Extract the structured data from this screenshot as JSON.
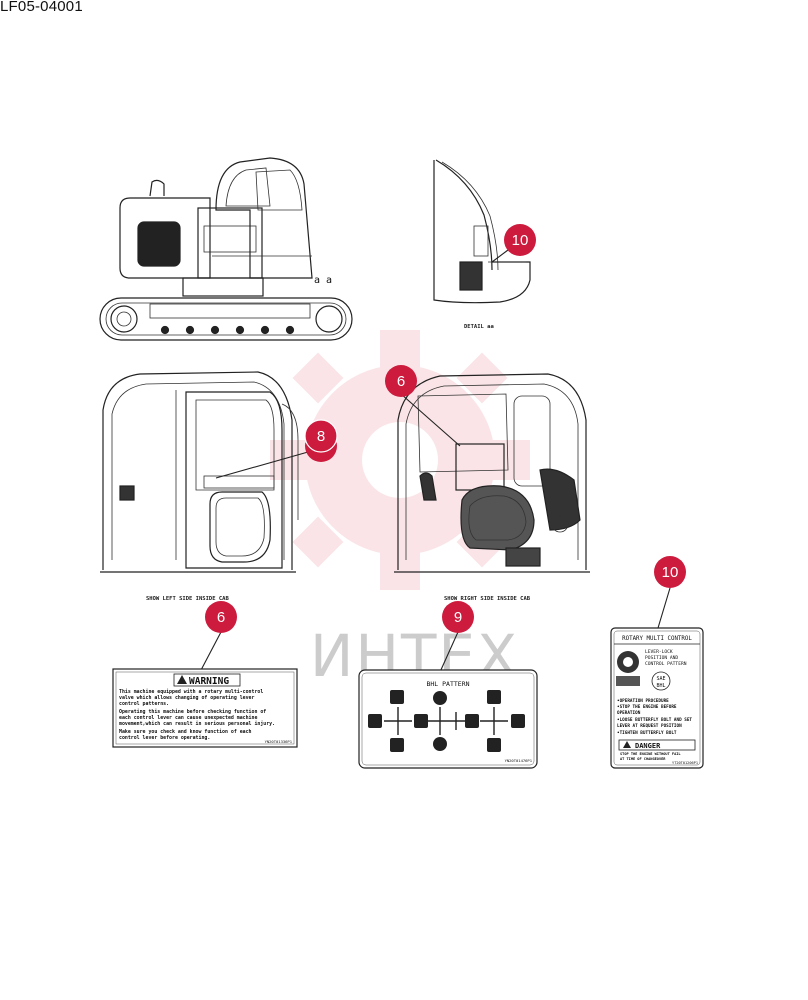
{
  "doc_id": "LF05-04001",
  "watermark": {
    "text": "ИНТЕХ",
    "color": "#f2b5bc"
  },
  "captions": {
    "detail": "DETAIL aa",
    "left_cab": "SHOW LEFT SIDE INSIDE CAB",
    "right_cab": "SHOW RIGHT SIDE INSIDE CAB",
    "section_marker": "a a"
  },
  "callouts": [
    {
      "id": "c10a",
      "number": "10"
    },
    {
      "id": "c6a",
      "number": "6"
    },
    {
      "id": "c8",
      "number": "8"
    },
    {
      "id": "c6b",
      "number": "6"
    },
    {
      "id": "c9",
      "number": "9"
    },
    {
      "id": "c10b",
      "number": "10"
    }
  ],
  "callout_color": "#cc1b3d",
  "warning_label": {
    "title": "WARNING",
    "lines": [
      "This machine equipped with a rotary multi-control",
      "valve which allows changing of operating lever",
      "control patterns.",
      "Operating this machine before checking function of",
      "each control lever can cause unexpected machine",
      "movement,which can result in serious personal injury.",
      "Make sure you check and know function of each",
      "control lever before operating."
    ],
    "part_no": "YN20T01336P1"
  },
  "bhl_label": {
    "title": "BHL PATTERN",
    "part_no": "YN20T01476P1"
  },
  "rotary_label": {
    "title": "ROTARY MULTI CONTROL",
    "lines": [
      "LEVER-LOCK",
      "POSITION AND",
      "CONTROL PATTERN"
    ],
    "sae": "SAE",
    "bhl": "BHL",
    "procedure": [
      "•OPERATION PROCEDURE",
      "•STOP THE ENGINE BEFORE",
      " OPERATION",
      "•LOOSE BUTTERFLY BOLT AND SET",
      " LEVER AT REQUEST POSITION",
      "•TIGHTEN BUTTERFLY BOLT"
    ],
    "danger_title": "DANGER",
    "danger_text": [
      "STOP THE ENGINE WITHOUT FAIL",
      "AT TIME OF CHANGEOVER"
    ],
    "part_no": "YT20T01206P1"
  }
}
